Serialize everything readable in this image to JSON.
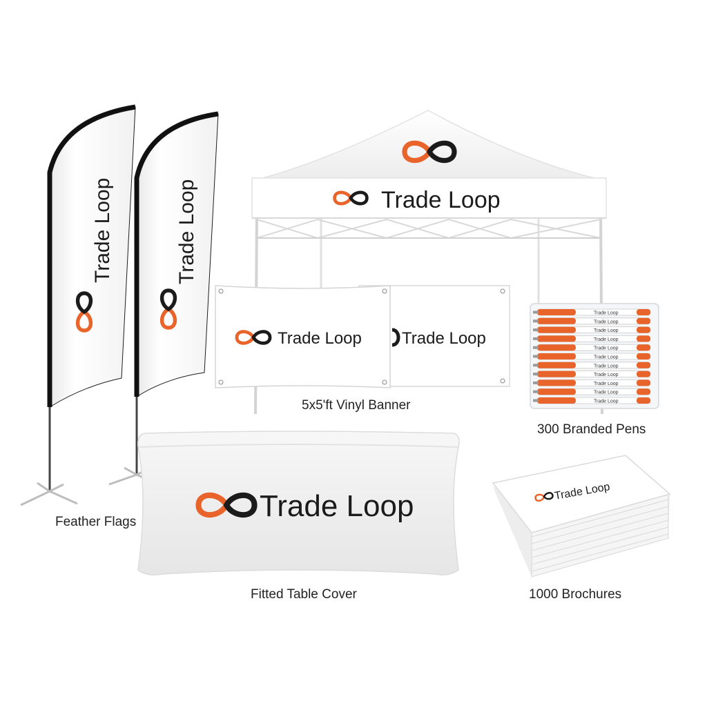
{
  "brand": {
    "name": "Trade Loop",
    "colors": {
      "orange": "#E8642A",
      "black": "#1b1b1b",
      "white": "#ffffff"
    },
    "logo_icon": "infinity-loop-icon"
  },
  "captions": {
    "feather_flags": "Feather Flags",
    "vinyl_banner": "5x5'ft Vinyl Banner",
    "branded_pens": "300 Branded Pens",
    "table_cover": "Fitted Table Cover",
    "brochures": "1000 Brochures"
  },
  "pens": {
    "count_visible": 11,
    "label": "Trade Loop"
  }
}
